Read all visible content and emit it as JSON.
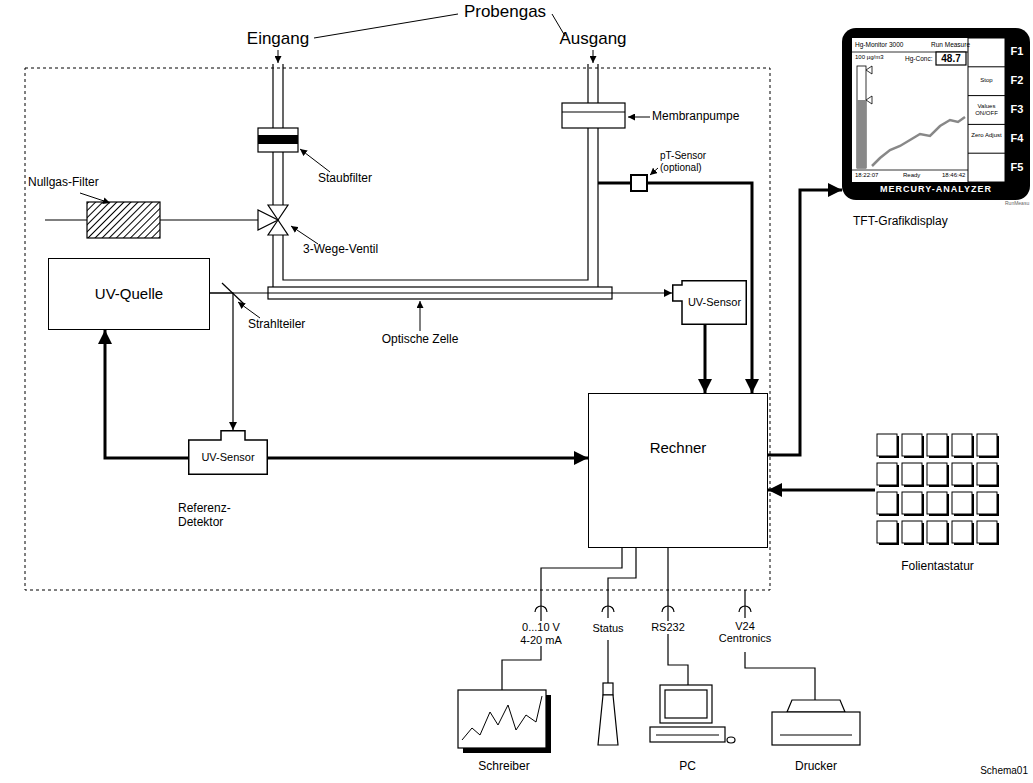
{
  "diagram": {
    "nodes": [
      {
        "text": [
          "UV-Quelle"
        ]
      },
      {
        "text": [
          "UV-Sensor"
        ]
      },
      {
        "text": [
          "UV-Sensor",
          "Referenz-Detektor"
        ]
      },
      {
        "text": [
          "Rechner"
        ]
      },
      {
        "text": [
          "pT-Sensor (optional)"
        ]
      },
      {
        "text": [
          "TFT-Grafikdisplay"
        ]
      },
      {
        "text": [
          "Folientastatur"
        ]
      },
      {
        "text": [
          "Schreiber"
        ]
      },
      {
        "text": [
          "PC"
        ]
      },
      {
        "text": [
          "Drucker"
        ]
      }
    ],
    "edges": [
      {
        "from": 0,
        "to": 1,
        "arrow": "to"
      },
      {
        "from": 0,
        "to": 2,
        "arrow": "to"
      },
      {
        "from": 2,
        "to": 0,
        "arrow": "to"
      },
      {
        "from": 2,
        "to": 3,
        "arrow": "to"
      },
      {
        "from": 1,
        "to": 3,
        "arrow": "to"
      },
      {
        "from": 4,
        "to": 3,
        "arrow": "to"
      },
      {
        "from": 3,
        "to": 5,
        "arrow": "to"
      },
      {
        "from": 6,
        "to": 3,
        "arrow": "to"
      },
      {
        "from": 3,
        "to": 7,
        "label": "0...10 V 4-20 mA",
        "arrow": "none"
      },
      {
        "from": 3,
        "to": 8,
        "label": "RS232",
        "arrow": "none"
      }
    ],
    "labels": [
      "Probengas",
      "Eingang",
      "Ausgang",
      "Staubfilter",
      "Membranpumpe",
      "Nullgas-Filter",
      "3-Wege-Ventil",
      "Strahlteiler",
      "Optische Zelle",
      "Status",
      "V24 Centronics",
      "Schema01",
      "Hg-Monitor 3000",
      "Run Measure",
      "100 µg/m3",
      "Hg-Conc:",
      "48.7",
      "Stop",
      "Values ON/OFF",
      "Zero Adjust",
      "18:22:07",
      "Ready",
      "18:46:42",
      "F1",
      "F2",
      "F3",
      "F4",
      "F5",
      "MERCURY-ANALYZER",
      "RunMeasu"
    ]
  }
}
